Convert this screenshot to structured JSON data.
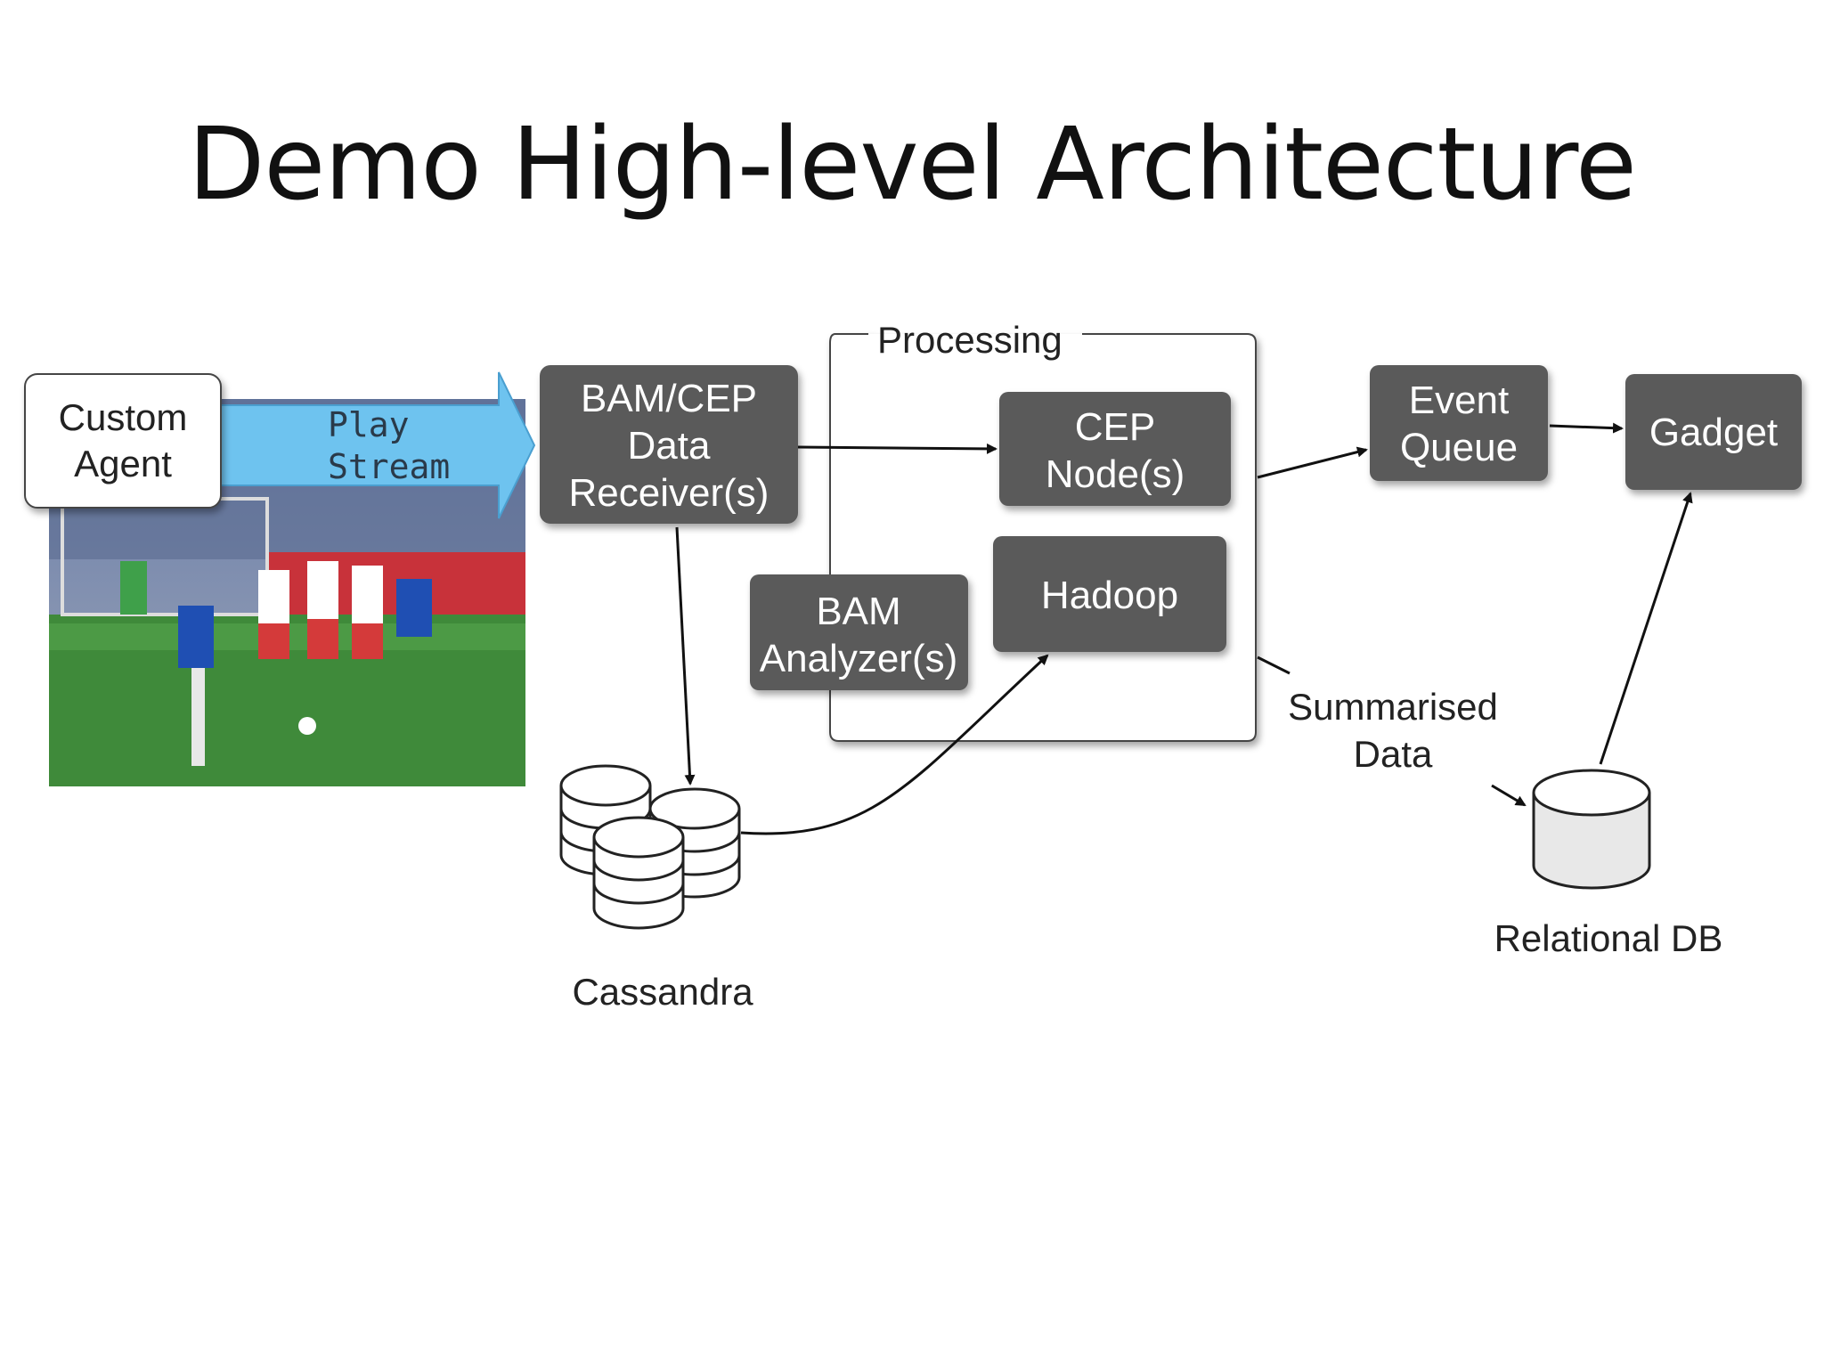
{
  "slide": {
    "title": "Demo High-level Architecture"
  },
  "nodes": {
    "custom_agent": [
      "Custom",
      "Agent"
    ],
    "play_stream": [
      "Play",
      "Stream"
    ],
    "receiver": [
      "BAM/CEP",
      "Data",
      "Receiver(s)"
    ],
    "processing": "Processing",
    "cep": [
      "CEP",
      "Node(s)"
    ],
    "hadoop": "Hadoop",
    "analyzer": [
      "BAM",
      "Analyzer(s)"
    ],
    "event_queue": [
      "Event",
      "Queue"
    ],
    "gadget": "Gadget",
    "cassandra": "Cassandra",
    "summarised": [
      "Summarised",
      "Data"
    ],
    "relational_db": "Relational DB"
  },
  "colors": {
    "node_fill": "#5a5a5a",
    "arrow_fill": "#6ec3ef",
    "grass": "#3f8a3a"
  },
  "icons": {
    "photo": "soccer-photo-icon",
    "database": "database-icon"
  }
}
